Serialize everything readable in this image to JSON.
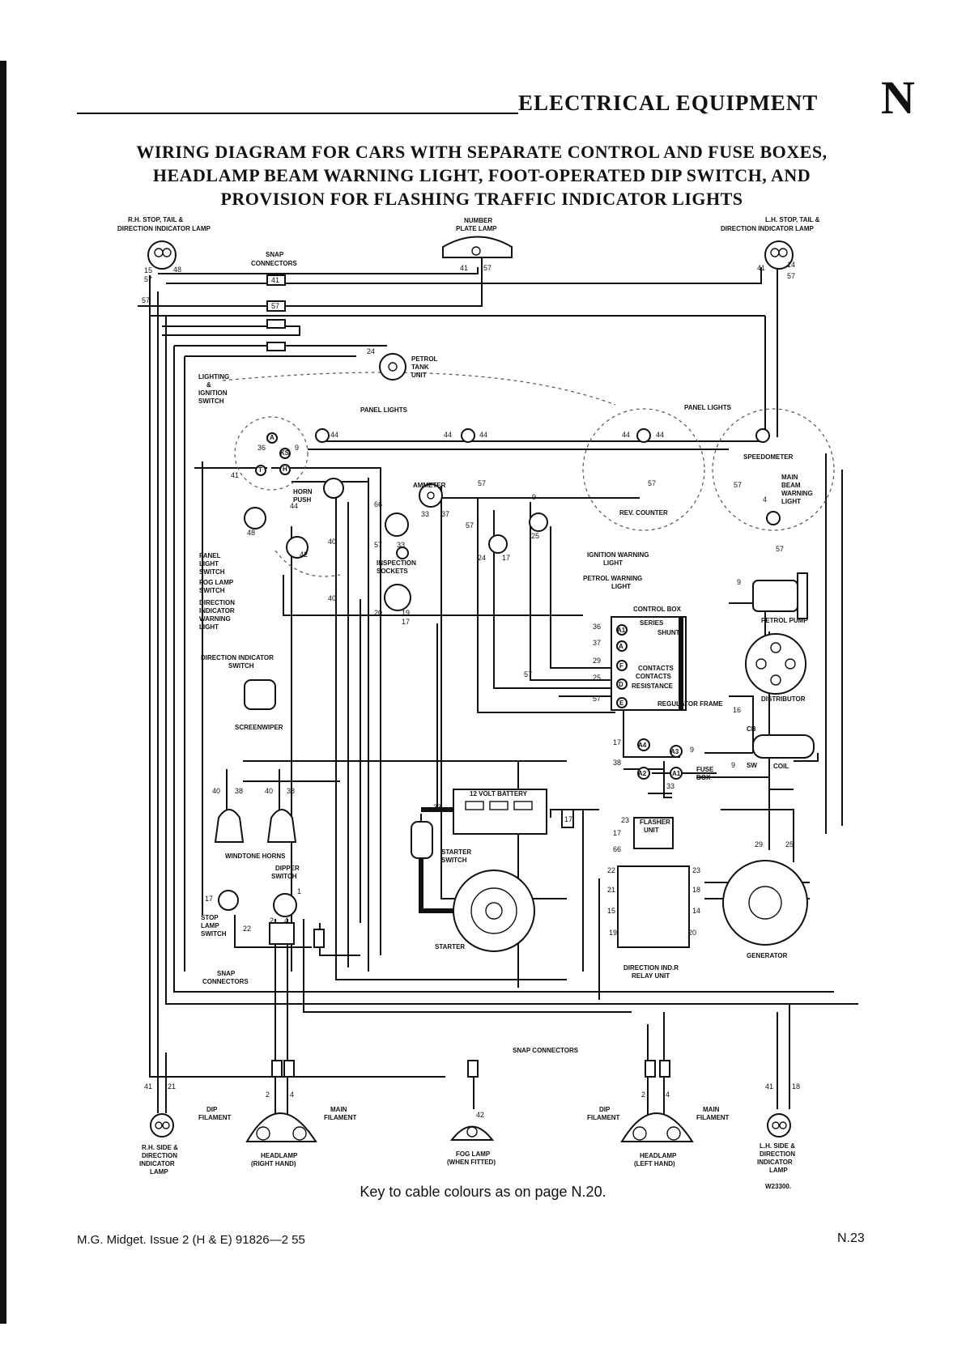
{
  "header": {
    "section_title": "ELECTRICAL EQUIPMENT",
    "section_letter": "N"
  },
  "title_lines": [
    "WIRING DIAGRAM FOR CARS WITH SEPARATE CONTROL AND FUSE BOXES,",
    "HEADLAMP BEAM WARNING LIGHT, FOOT-OPERATED DIP SWITCH, AND",
    "PROVISION FOR FLASHING TRAFFIC INDICATOR LIGHTS"
  ],
  "labels": {
    "rh_stop_tail": [
      "R.H. STOP, TAIL &",
      "DIRECTION INDICATOR LAMP"
    ],
    "number_plate": [
      "NUMBER",
      "PLATE LAMP"
    ],
    "lh_stop_tail": [
      "L.H. STOP, TAIL &",
      "DIRECTION INDICATOR LAMP"
    ],
    "snap_connectors_top": [
      "SNAP",
      "CONNECTORS"
    ],
    "petrol_tank": [
      "PETROL",
      "TANK",
      "UNIT"
    ],
    "lighting_switch": [
      "LIGHTING",
      "&",
      "IGNITION",
      "SWITCH"
    ],
    "panel_lights_1": "PANEL LIGHTS",
    "panel_lights_2": "PANEL LIGHTS",
    "speedometer": "SPEEDOMETER",
    "main_beam": [
      "MAIN",
      "BEAM",
      "WARNING",
      "LIGHT"
    ],
    "horn_push": [
      "HORN",
      "PUSH"
    ],
    "ammeter": "AMMETER",
    "rev_counter": "REV. COUNTER",
    "ignition_warning": [
      "IGNITION WARNING",
      "LIGHT"
    ],
    "petrol_warning": [
      "PETROL WARNING",
      "LIGHT"
    ],
    "petrol_pump": "PETROL PUMP",
    "panel_light_switch": [
      "PANEL",
      "LIGHT",
      "SWITCH"
    ],
    "fog_lamp_switch": [
      "FOG LAMP",
      "SWITCH"
    ],
    "direction_warning": [
      "DIRECTION",
      "INDICATOR",
      "WARNING",
      "LIGHT"
    ],
    "inspection_sockets": [
      "INSPECTION",
      "SOCKETS"
    ],
    "control_box": "CONTROL BOX",
    "control_box_inner": [
      "SERIES",
      "SHUNT",
      "CONTACTS",
      "RESISTANCE",
      "REGULATOR FRAME",
      "CONTACTS"
    ],
    "direction_switch": [
      "DIRECTION INDICATOR",
      "SWITCH"
    ],
    "screenwiper": "SCREENWIPER",
    "distributor": "DISTRIBUTOR",
    "fuse_box": [
      "FUSE",
      "BOX"
    ],
    "cb": "CB",
    "sw": "SW",
    "coil": "COIL",
    "battery": "12 VOLT BATTERY",
    "windtone_horns": "WINDTONE HORNS",
    "starter_switch": [
      "STARTER",
      "SWITCH"
    ],
    "flasher_unit": [
      "FLASHER",
      "UNIT"
    ],
    "dipper_switch": [
      "DIPPER",
      "SWITCH"
    ],
    "stop_lamp_switch": [
      "STOP",
      "LAMP",
      "SWITCH"
    ],
    "starter": "STARTER",
    "generator": "GENERATOR",
    "snap_connectors_left": [
      "SNAP",
      "CONNECTORS"
    ],
    "relay_unit": [
      "DIRECTION IND.R",
      "RELAY UNIT"
    ],
    "snap_connectors_bottom": "SNAP CONNECTORS",
    "dip_filament_r": [
      "DIP",
      "FILAMENT"
    ],
    "main_filament_r": [
      "MAIN",
      "FILAMENT"
    ],
    "dip_filament_l": [
      "DIP",
      "FILAMENT"
    ],
    "main_filament_l": [
      "MAIN",
      "FILAMENT"
    ],
    "rh_side": [
      "R.H. SIDE &",
      "DIRECTION",
      "INDICATOR",
      "LAMP"
    ],
    "fog_lamp": [
      "FOG LAMP",
      "(WHEN FITTED)"
    ],
    "headlamp_r": [
      "HEADLAMP",
      "(RIGHT HAND)"
    ],
    "headlamp_l": [
      "HEADLAMP",
      "(LEFT HAND)"
    ],
    "lh_side": [
      "L.H. SIDE &",
      "DIRECTION",
      "INDICATOR",
      "LAMP"
    ],
    "ref_code": "W23300."
  },
  "terminals": {
    "rh_tail": [
      "15",
      "57",
      "48"
    ],
    "plate": [
      "41",
      "57"
    ],
    "lh_tail": [
      "41",
      "14",
      "57"
    ],
    "snap_top": [
      "41",
      "57"
    ],
    "feed_57": "57",
    "tank": "24",
    "lighting": [
      "36",
      "9",
      "41",
      "44"
    ],
    "switch_letters": [
      "A",
      "KS",
      "H",
      "T"
    ],
    "panel": [
      "44",
      "44",
      "44",
      "44",
      "44"
    ],
    "ammeter_area": [
      "66",
      "33",
      "37",
      "57",
      "57"
    ],
    "inspection": [
      "57",
      "33",
      "20",
      "19",
      "17"
    ],
    "warning": [
      "9",
      "25",
      "24",
      "17"
    ],
    "dashboard_other": [
      "40",
      "40",
      "42",
      "48"
    ],
    "revcounter": "57",
    "speedo": [
      "57",
      "4"
    ],
    "pump": [
      "57",
      "9"
    ],
    "control_box_in": [
      "36",
      "37",
      "29",
      "25",
      "57"
    ],
    "control_letters": [
      "A1",
      "A",
      "F",
      "D",
      "E"
    ],
    "control_57": "57",
    "distributor": "16",
    "coil": [
      "9"
    ],
    "fuse_box_in": [
      "17",
      "38",
      "33",
      "9"
    ],
    "fuse_letters": [
      "A4",
      "A3",
      "A2",
      "A1"
    ],
    "horns": [
      "40",
      "38",
      "40",
      "38"
    ],
    "battery_33": "33",
    "flasher": [
      "23",
      "17",
      "66"
    ],
    "fuse_17": "17",
    "gen": [
      "29",
      "25"
    ],
    "relay": [
      "22",
      "23",
      "21",
      "18",
      "15",
      "14",
      "19",
      "20"
    ],
    "dipper": [
      "17",
      "22",
      "2",
      "4",
      "1"
    ],
    "bottom": [
      "41",
      "21",
      "2",
      "4",
      "42",
      "2",
      "4",
      "41",
      "18"
    ]
  },
  "key_note": "Key to cable colours as on page N.20.",
  "footer": {
    "left": "M.G. Midget. Issue 2 (H & E) 91826—2 55",
    "right": "N.23"
  }
}
